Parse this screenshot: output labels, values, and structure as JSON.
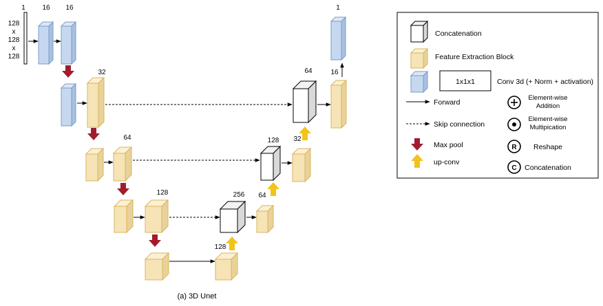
{
  "caption": "(a) 3D Unet",
  "input": {
    "channels": "1",
    "dims": [
      "128",
      "x",
      "128",
      "x",
      "128"
    ]
  },
  "encoder": {
    "level1": {
      "ch_a": "16",
      "ch_b": "16"
    },
    "level2": {
      "ch": "32"
    },
    "level3": {
      "ch": "64"
    },
    "level4": {
      "ch": "128"
    }
  },
  "bottleneck": {
    "ch": "128"
  },
  "decoder": {
    "concat4": "256",
    "up4": "64",
    "concat3": "128",
    "up3": "32",
    "concat2": "64",
    "up2": "16",
    "output": "1"
  },
  "legend": {
    "concatenation": "Concatenation",
    "feature_block": "Feature Extraction Block",
    "conv_box": "1x1x1",
    "conv_desc": "Conv 3d (+ Norm + activation)",
    "forward": "Forward",
    "skip": "Skip connection",
    "maxpool": "Max pool",
    "upconv": "up-conv",
    "add_line1": "Element-wise",
    "add_line2": "Addition",
    "mul_line1": "Element-wise",
    "mul_line2": "Multipication",
    "reshape_symbol": "R",
    "reshape": "Reshape",
    "concat_symbol": "C",
    "concat_op": "Concatenation"
  },
  "colors": {
    "blue_fill": "#c6d8ef",
    "blue_stroke": "#7a9cc7",
    "yellow_fill": "#f6e4b7",
    "yellow_stroke": "#d9b45e",
    "red_arrow": "#a11d2d",
    "yellow_arrow": "#f2c31b"
  }
}
